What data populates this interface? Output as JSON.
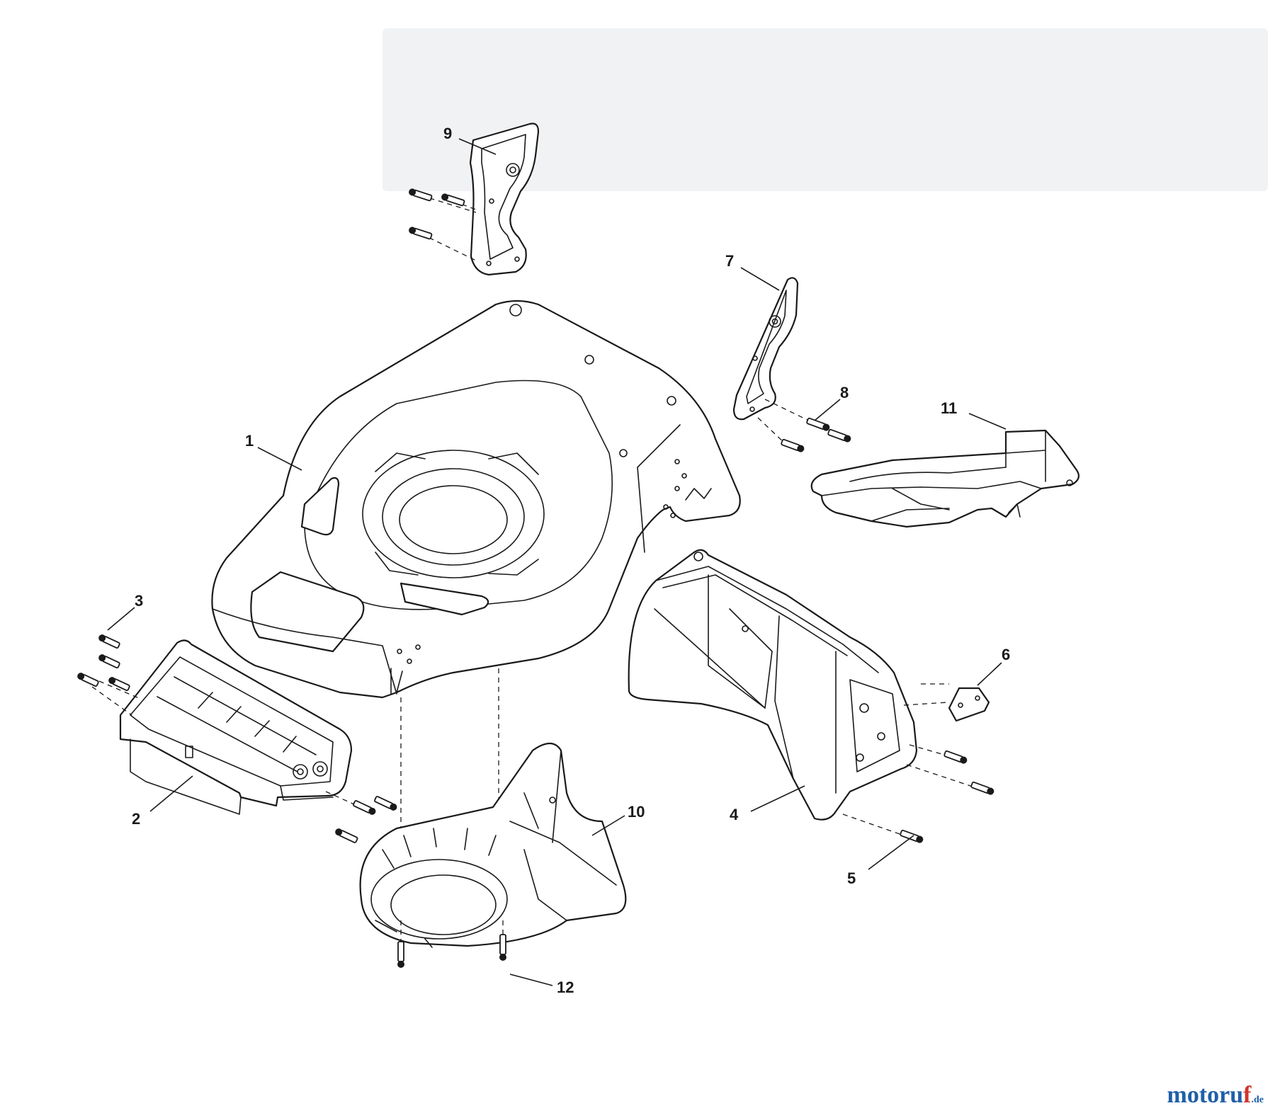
{
  "callouts": {
    "c1": "1",
    "c2": "2",
    "c3": "3",
    "c4": "4",
    "c5": "5",
    "c6": "6",
    "c7": "7",
    "c8": "8",
    "c9": "9",
    "c10": "10",
    "c11": "11",
    "c12": "12"
  },
  "watermark": {
    "main": "motoru",
    "accent": "f",
    "suffix": ".de"
  },
  "colors": {
    "line": "#1a1a1a",
    "background": "#ffffff",
    "brand_blue": "#1f5fa8",
    "brand_red": "#d0352b"
  }
}
